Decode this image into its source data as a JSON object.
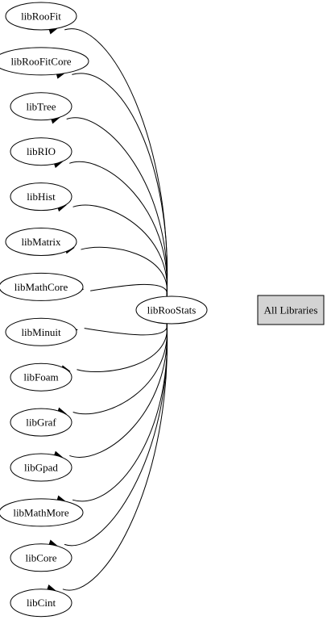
{
  "graph": {
    "center": "libRooStats",
    "dependencies": [
      "libRooFit",
      "libRooFitCore",
      "libTree",
      "libRIO",
      "libHist",
      "libMatrix",
      "libMathCore",
      "libMinuit",
      "libFoam",
      "libGraf",
      "libGpad",
      "libMathMore",
      "libCore",
      "libCint"
    ],
    "all_libraries_label": "All Libraries"
  }
}
